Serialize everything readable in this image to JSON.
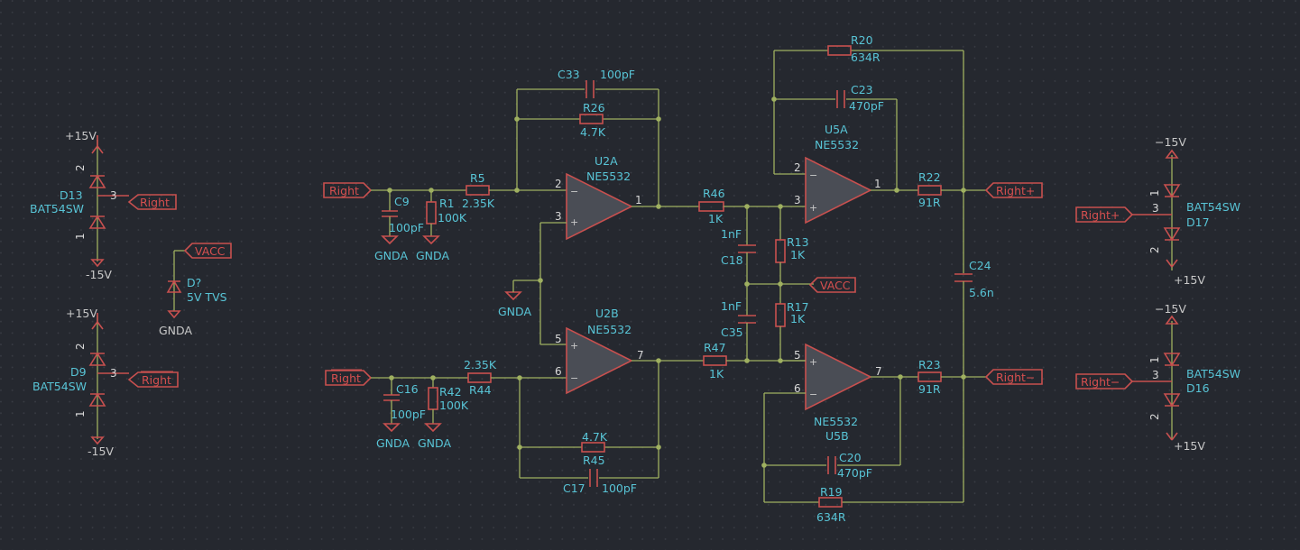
{
  "colors": {
    "background": "#25282f",
    "grid_dot": "#3a3d45",
    "wire": "#9fb060",
    "component": "#c8504f",
    "reference_text": "#58c4d6",
    "label_text": "#d64f4f",
    "power_text": "#c8c8c8"
  },
  "opamps": {
    "u2a": {
      "ref": "U2A",
      "value": "NE5532",
      "pin_in": "2",
      "pin_pos": "3",
      "pin_out": "1"
    },
    "u2b": {
      "ref": "U2B",
      "value": "NE5532",
      "pin_pos": "5",
      "pin_in": "6",
      "pin_out": "7"
    },
    "u5a": {
      "ref": "U5A",
      "value": "NE5532",
      "pin_in": "2",
      "pin_pos": "3",
      "pin_out": "1"
    },
    "u5b": {
      "ref": "U5B",
      "value": "NE5532",
      "pin_pos": "5",
      "pin_in": "6",
      "pin_out": "7"
    }
  },
  "resistors": {
    "r1": {
      "ref": "R1",
      "value": "100K"
    },
    "r5": {
      "ref": "R5",
      "value": "2.35K"
    },
    "r13": {
      "ref": "R13",
      "value": "1K"
    },
    "r17": {
      "ref": "R17",
      "value": "1K"
    },
    "r19": {
      "ref": "R19",
      "value": "634R"
    },
    "r20": {
      "ref": "R20",
      "value": "634R"
    },
    "r22": {
      "ref": "R22",
      "value": "91R"
    },
    "r23": {
      "ref": "R23",
      "value": "91R"
    },
    "r26": {
      "ref": "R26",
      "value": "4.7K"
    },
    "r42": {
      "ref": "R42",
      "value": "100K"
    },
    "r44": {
      "ref": "R44",
      "value": "2.35K"
    },
    "r45": {
      "ref": "R45",
      "value": "4.7K"
    },
    "r46": {
      "ref": "R46",
      "value": "1K"
    },
    "r47": {
      "ref": "R47",
      "value": "1K"
    }
  },
  "capacitors": {
    "c9": {
      "ref": "C9",
      "value": "100pF"
    },
    "c16": {
      "ref": "C16",
      "value": "100pF"
    },
    "c17": {
      "ref": "C17",
      "value": "100pF"
    },
    "c18": {
      "ref": "C18",
      "value": "1nF"
    },
    "c20": {
      "ref": "C20",
      "value": "470pF"
    },
    "c23": {
      "ref": "C23",
      "value": "470pF"
    },
    "c24": {
      "ref": "C24",
      "value": "5.6n"
    },
    "c33": {
      "ref": "C33",
      "value": "100pF"
    },
    "c35": {
      "ref": "C35",
      "value": "1nF"
    }
  },
  "diodes": {
    "d13": {
      "ref": "D13",
      "value": "BAT54SW",
      "pin_top": "2",
      "pin_mid": "3",
      "pin_bot": "1"
    },
    "d9": {
      "ref": "D9",
      "value": "BAT54SW",
      "pin_top": "2",
      "pin_mid": "3",
      "pin_bot": "1"
    },
    "d17": {
      "ref": "D17",
      "value": "BAT54SW",
      "pin_top": "1",
      "pin_mid": "3",
      "pin_bot": "2"
    },
    "d16": {
      "ref": "D16",
      "value": "BAT54SW",
      "pin_top": "1",
      "pin_mid": "3",
      "pin_bot": "2"
    },
    "dtvs": {
      "ref": "D?",
      "value": "5V TVS"
    }
  },
  "power": {
    "p15v": "+15V",
    "m15v": "−15V",
    "m15v_b": "-15V",
    "gnda": "GNDA"
  },
  "labels": {
    "right": "Right",
    "right_bar": "Right",
    "vacc": "VACC",
    "right_plus": "Right+",
    "right_minus": "Right−"
  }
}
